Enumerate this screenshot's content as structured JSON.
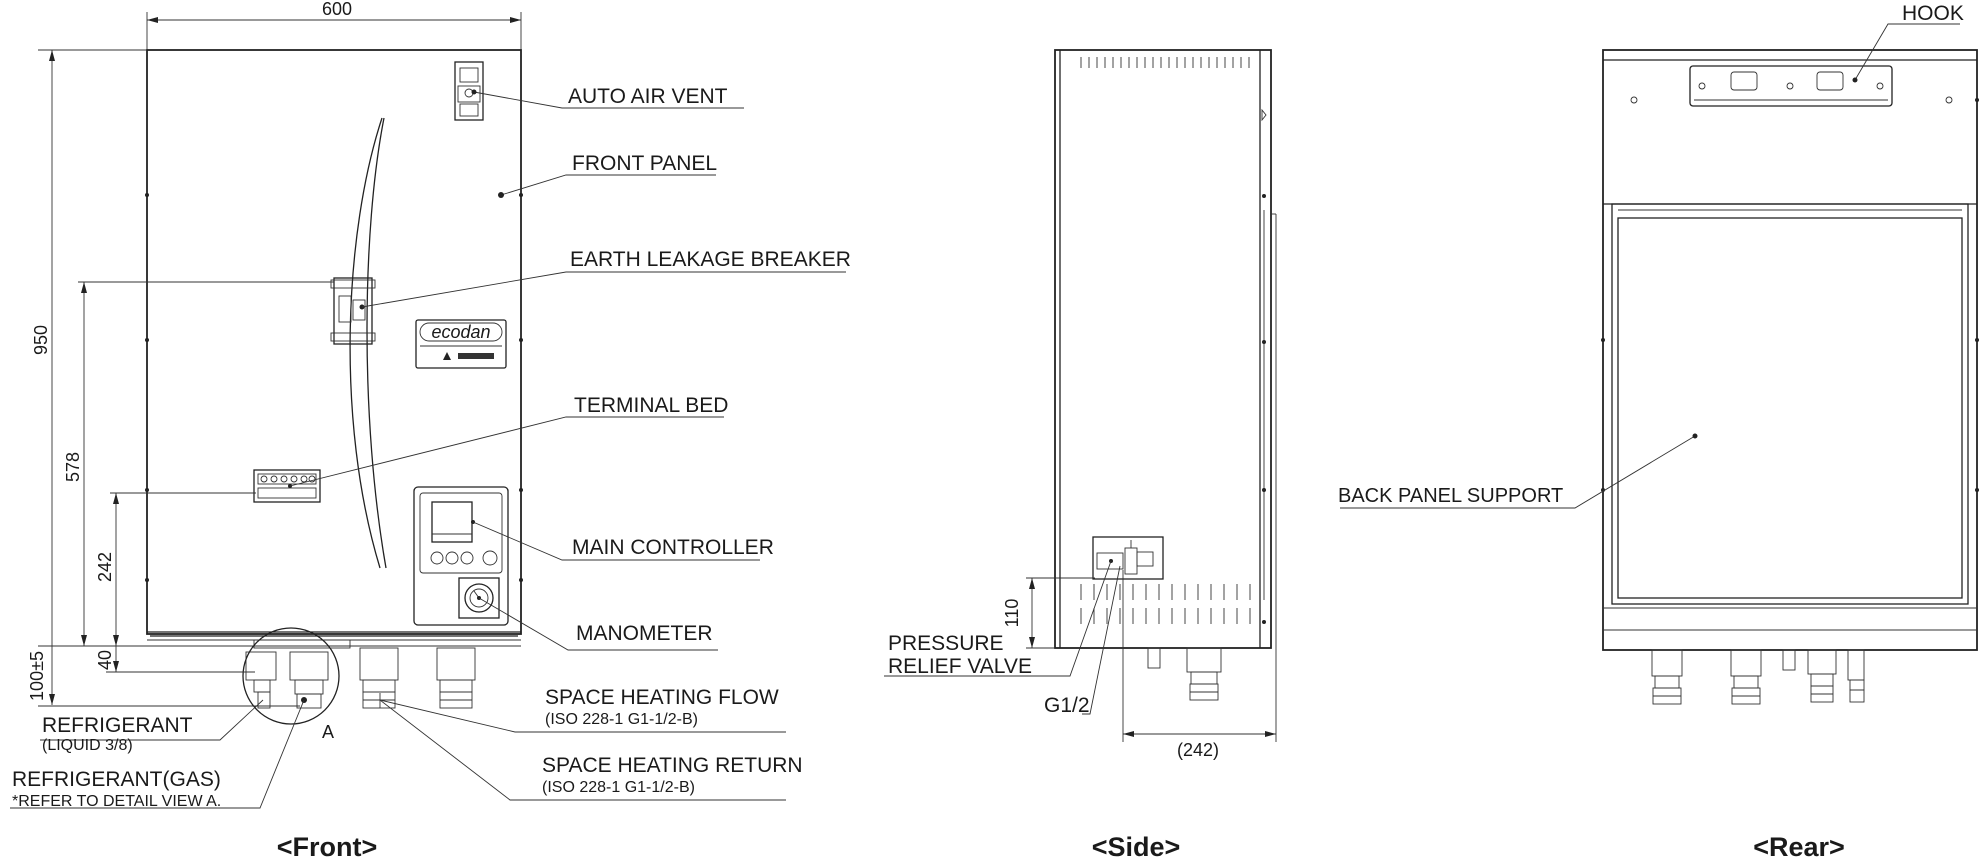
{
  "views": {
    "front": "<Front>",
    "side": "<Side>",
    "rear": "<Rear>"
  },
  "front": {
    "labels": {
      "auto_air_vent": "AUTO AIR VENT",
      "front_panel": "FRONT PANEL",
      "earth_leakage_breaker": "EARTH LEAKAGE BREAKER",
      "terminal_bed": "TERMINAL BED",
      "main_controller": "MAIN CONTROLLER",
      "manometer": "MANOMETER",
      "space_heating_flow": "SPACE HEATING FLOW",
      "space_heating_flow_spec": "(ISO 228-1 G1-1/2-B)",
      "space_heating_return": "SPACE HEATING RETURN",
      "space_heating_return_spec": "(ISO 228-1 G1-1/2-B)",
      "refrigerant": "REFRIGERANT",
      "refrigerant_liquid": "(LIQUID 3/8)",
      "refrigerant_gas": "REFRIGERANT(GAS)",
      "detail_note": "*REFER TO DETAIL VIEW A.",
      "detail_marker": "A"
    },
    "logo": "ecodan",
    "dimensions": {
      "width": "600",
      "height": "950",
      "d578": "578",
      "d242": "242",
      "d40": "40",
      "d100": "100±5"
    }
  },
  "side": {
    "labels": {
      "pressure_relief_valve_1": "PRESSURE",
      "pressure_relief_valve_2": "RELIEF VALVE",
      "thread": "G1/2"
    },
    "dimensions": {
      "d110": "110",
      "d242": "(242)"
    }
  },
  "rear": {
    "labels": {
      "hook": "HOOK",
      "back_panel_support": "BACK PANEL SUPPORT"
    }
  }
}
